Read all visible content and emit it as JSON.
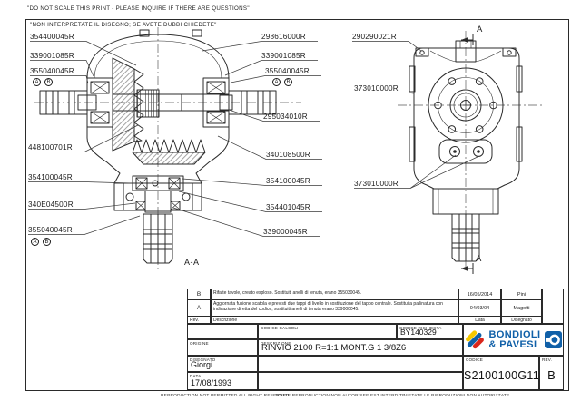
{
  "notes": {
    "top_en": "\"DO NOT SCALE THIS PRINT - PLEASE INQUIRE IF THERE ARE QUESTIONS\"",
    "top_it": "\"NON INTERPRETATE IL DISEGNO; SE AVETE DUBBI CHIEDETE\"",
    "bottom_en": "REPRODUCTION NOT PERMITTED ALL RIGHT RESERVED",
    "bottom_fr": "TOUTE REPRODUCTION NON AUTORISEE EST INTERDITE",
    "bottom_it": "VIETATE LE RIPRODUZIONI NON AUTORIZZATE"
  },
  "views": {
    "section_label": "A-A",
    "cut_arrow_label": "A"
  },
  "callouts": {
    "ab_symbols": [
      "A",
      "B"
    ],
    "left": [
      {
        "text": "354400045R",
        "ab": false
      },
      {
        "text": "339001085R",
        "ab": false
      },
      {
        "text": "355040045R",
        "ab": true
      },
      {
        "text": "448100701R",
        "ab": false
      },
      {
        "text": "354100045R",
        "ab": false
      },
      {
        "text": "340E04500R",
        "ab": false
      },
      {
        "text": "355040045R",
        "ab": true
      }
    ],
    "middle": [
      {
        "text": "298616000R",
        "ab": false
      },
      {
        "text": "339001085R",
        "ab": false
      },
      {
        "text": "355040045R",
        "ab": true
      },
      {
        "text": "295034010R",
        "ab": false
      },
      {
        "text": "340108500R",
        "ab": false
      },
      {
        "text": "354100045R",
        "ab": false
      },
      {
        "text": "354401045R",
        "ab": false
      },
      {
        "text": "339000045R",
        "ab": false
      }
    ],
    "right": [
      {
        "text": "290290021R",
        "ab": false
      },
      {
        "text": "373010000R",
        "ab": false
      },
      {
        "text": "373010000R",
        "ab": false
      }
    ]
  },
  "revision_table": {
    "headers": {
      "rev": "Rev.",
      "desc": "Descrizione",
      "date": "Data",
      "drawn": "Disegnato"
    },
    "rows": [
      {
        "rev": "B",
        "desc": "Rifatte tavole, creato esploso. Sostituiti anelli di tenuta, erano 355030045.",
        "date": "16/05/2014",
        "drawn": "Pini"
      },
      {
        "rev": "A",
        "desc": "Aggiornata fusione scatola e previsti due tappi di livello in sostituzione del tappo centrale. Sostituita pallinatura con indicazione diretta del codice, sostituiti anelli di tenuta erano 339000045.",
        "date": "04/03/04",
        "drawn": "Magotti"
      }
    ]
  },
  "title_block": {
    "labels": {
      "origine": "ORIGINE",
      "codice_calcoli": "CODICE CALCOLI",
      "codice_richiesta": "CODICE RICHIESTA",
      "descrizione": "DESCRIZIONE",
      "disegnato": "DISEGNATO",
      "data": "DATA",
      "codice": "CODICE",
      "rev": "REV."
    },
    "codice_richiesta": "BY140329",
    "descrizione": "RINVIO 2100 R=1:1 MONT.G 1 3/8Z6",
    "disegnato": "Giorgi",
    "data": "17/08/1993",
    "codice": "S2100100G111",
    "rev": "B",
    "logo": {
      "name_line1": "BONDIOLI",
      "name_line2": "& PAVESI"
    }
  },
  "colors": {
    "line": "#2a2a2a",
    "logo_blue": "#1060a8",
    "logo_yellow": "#f5c800",
    "logo_red": "#d9261c"
  }
}
